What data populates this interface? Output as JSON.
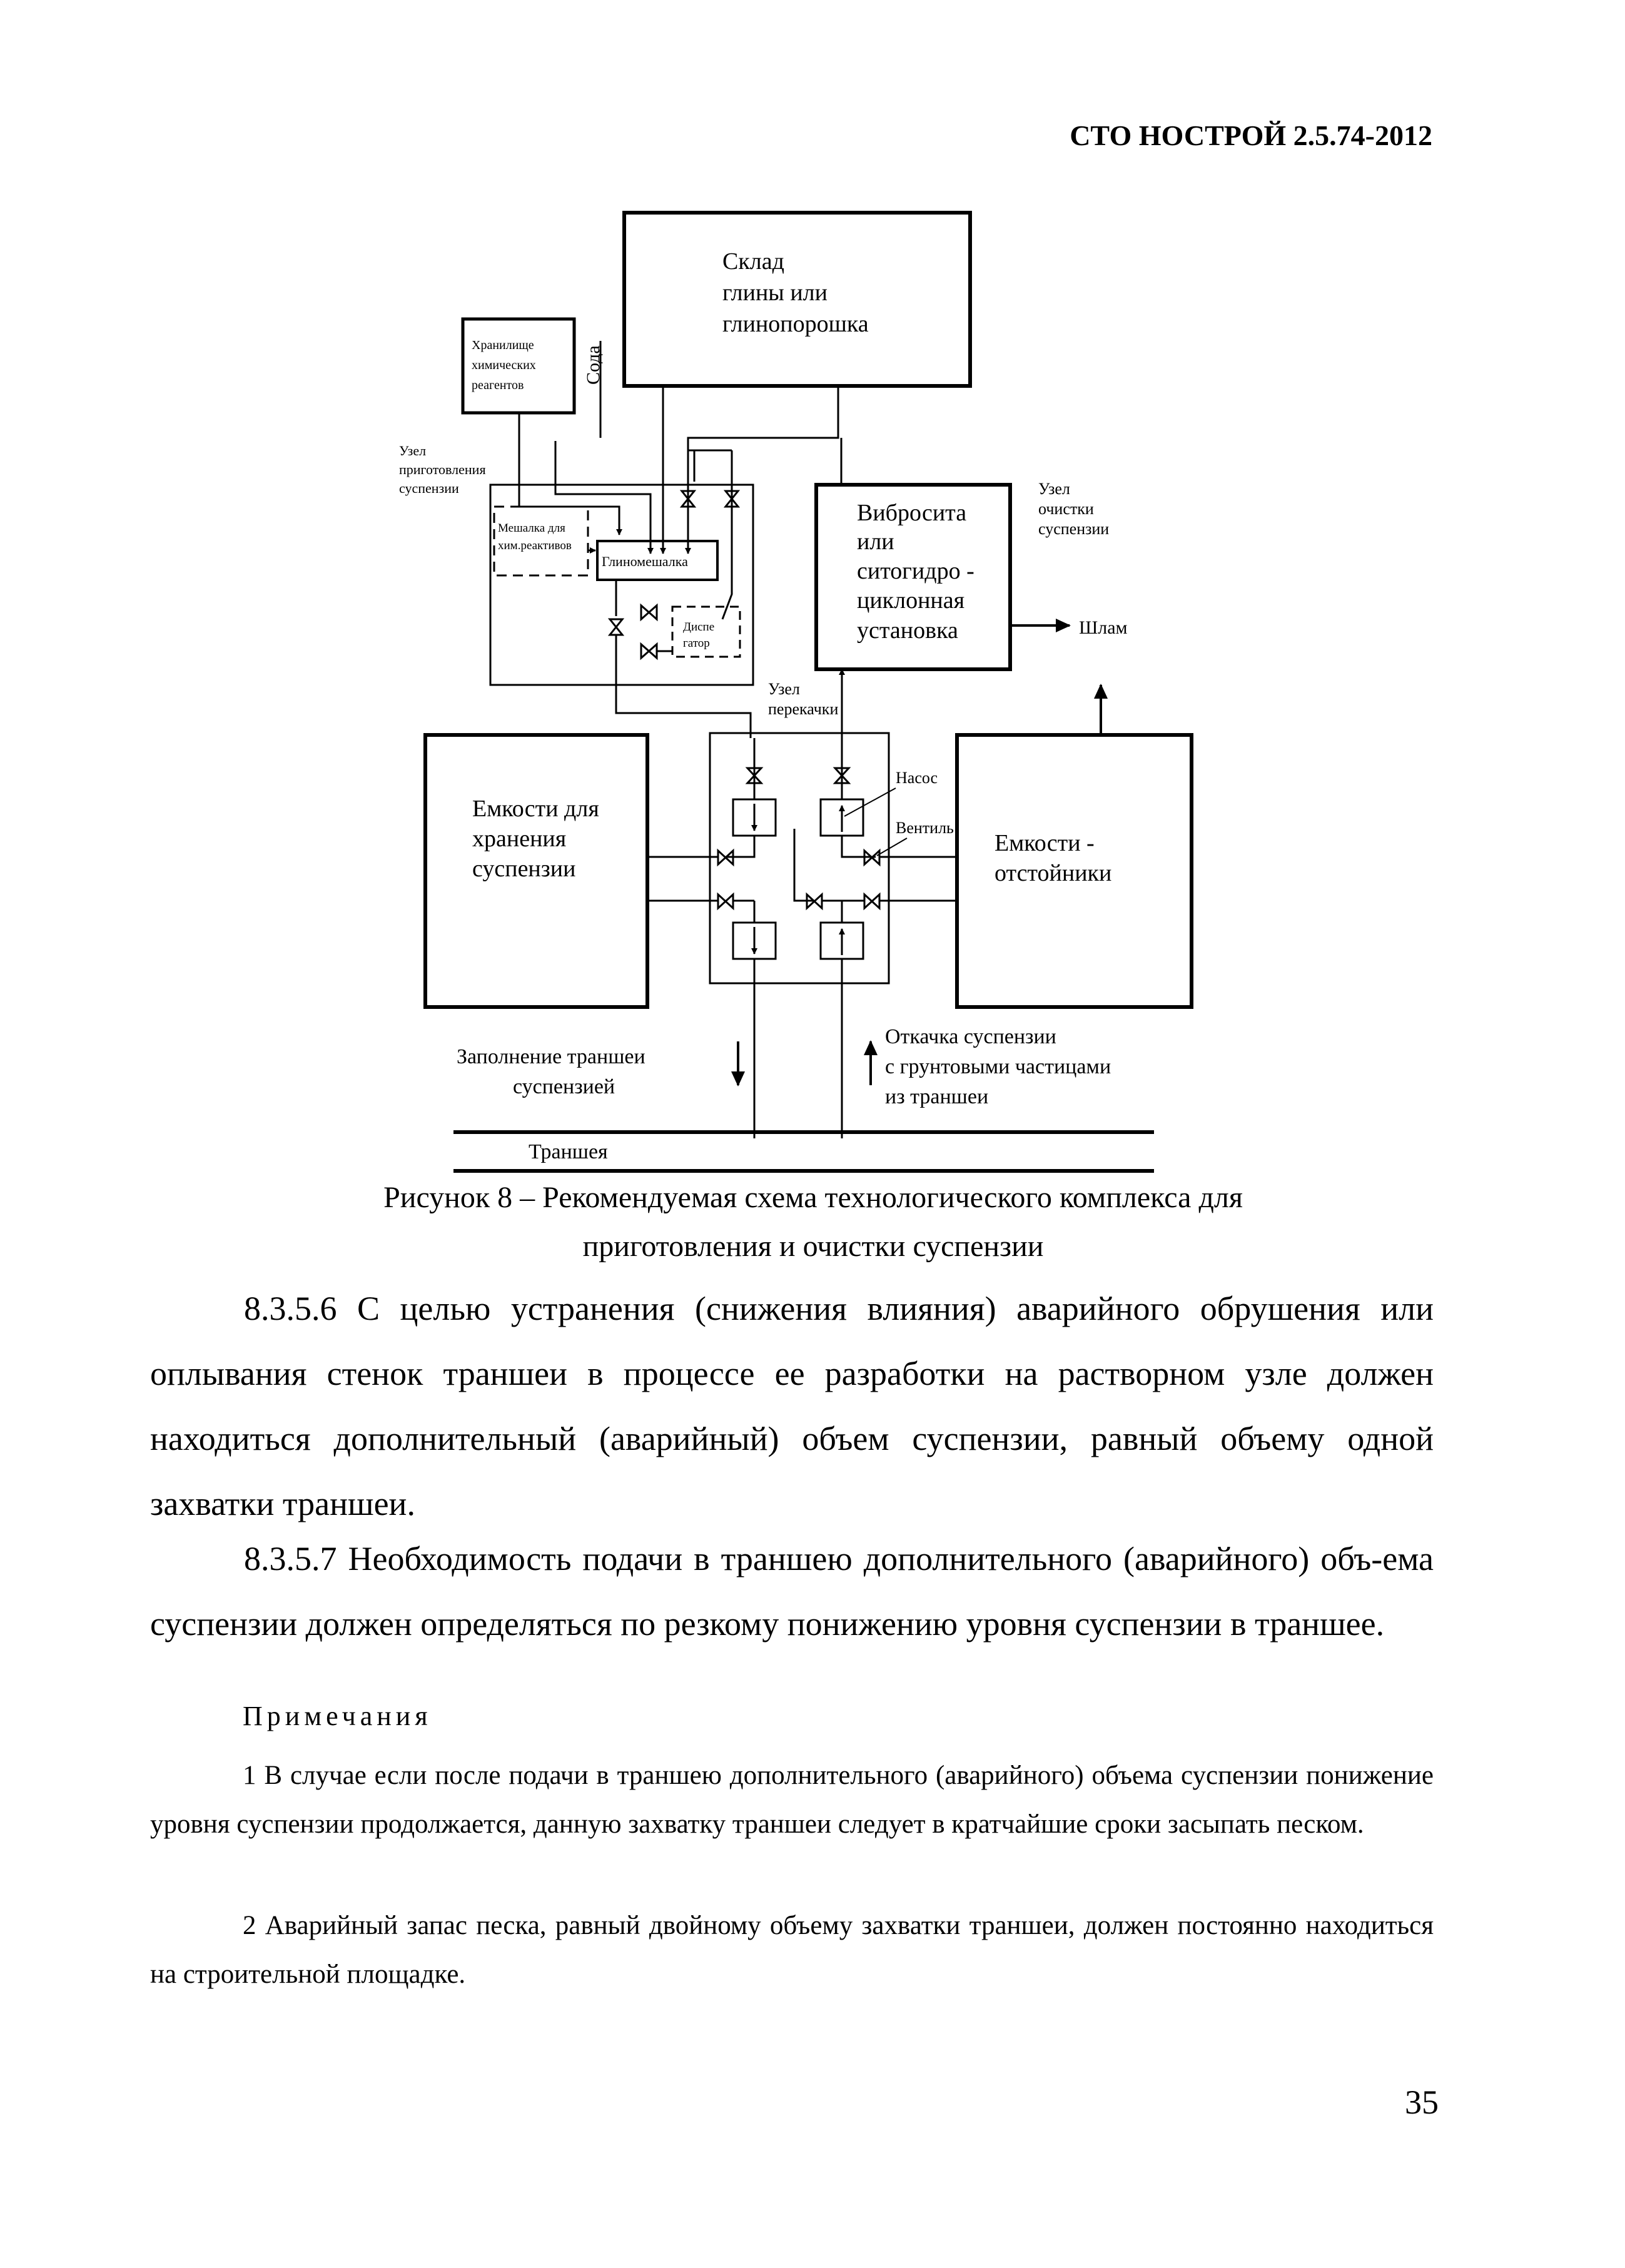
{
  "header": {
    "doc_code": "СТО НОСТРОЙ 2.5.74-2012"
  },
  "diagram": {
    "clay_storage": [
      "Склад",
      "глины или",
      "глинопорошка"
    ],
    "chem_storage": [
      "Хранилище",
      "химических",
      "реагентов"
    ],
    "soda": "Сода",
    "prep_node": [
      "Узел",
      "приготовления",
      "суспензии"
    ],
    "chem_mixer": [
      "Мешалка для",
      "хим.реактивов"
    ],
    "clay_mixer": "Глиномешалка",
    "dispatcher": [
      "Диспе",
      "гатор"
    ],
    "vibro": [
      "Вибросита",
      "или",
      "ситогидро -",
      "циклонная",
      "установка"
    ],
    "clean_node": [
      "Узел",
      "очистки",
      "суспензии"
    ],
    "sludge": "Шлам",
    "pump_node": [
      "Узел",
      "перекачки"
    ],
    "storage_tanks": [
      "Емкости для",
      "хранения",
      "суспензии"
    ],
    "settling_tanks": [
      "Емкости -",
      "отстойники"
    ],
    "pump": "Насос",
    "valve": "Вентиль",
    "fill": [
      "Заполнение траншеи",
      "суспензией"
    ],
    "pumpout": [
      "Откачка суспензии",
      "с грунтовыми частицами",
      "из траншеи"
    ],
    "trench": "Траншея"
  },
  "caption": {
    "line1": "Рисунок 8 – Рекомендуемая схема технологического комплекса для",
    "line2": "приготовления и очистки суспензии"
  },
  "paragraphs": [
    "8.3.5.6 С целью устранения (снижения влияния) аварийного обрушения или оплывания стенок траншеи в процессе ее разработки на растворном узле должен находиться дополнительный (аварийный) объем суспензии, равный объему одной захватки траншеи.",
    "8.3.5.7 Необходимость подачи в траншею дополнительного (аварийного) объ-ема суспензии должен определяться по резкому понижению уровня суспензии в траншее."
  ],
  "notes": {
    "title": "Примечания",
    "items": [
      "1 В случае если после подачи в траншею дополнительного (аварийного) объема суспензии понижение уровня суспензии продолжается, данную захватку траншеи следует в кратчайшие сроки засыпать песком.",
      "2 Аварийный запас песка, равный двойному объему захватки траншеи, должен постоянно находиться на строительной площадке."
    ]
  },
  "page_number": "35"
}
